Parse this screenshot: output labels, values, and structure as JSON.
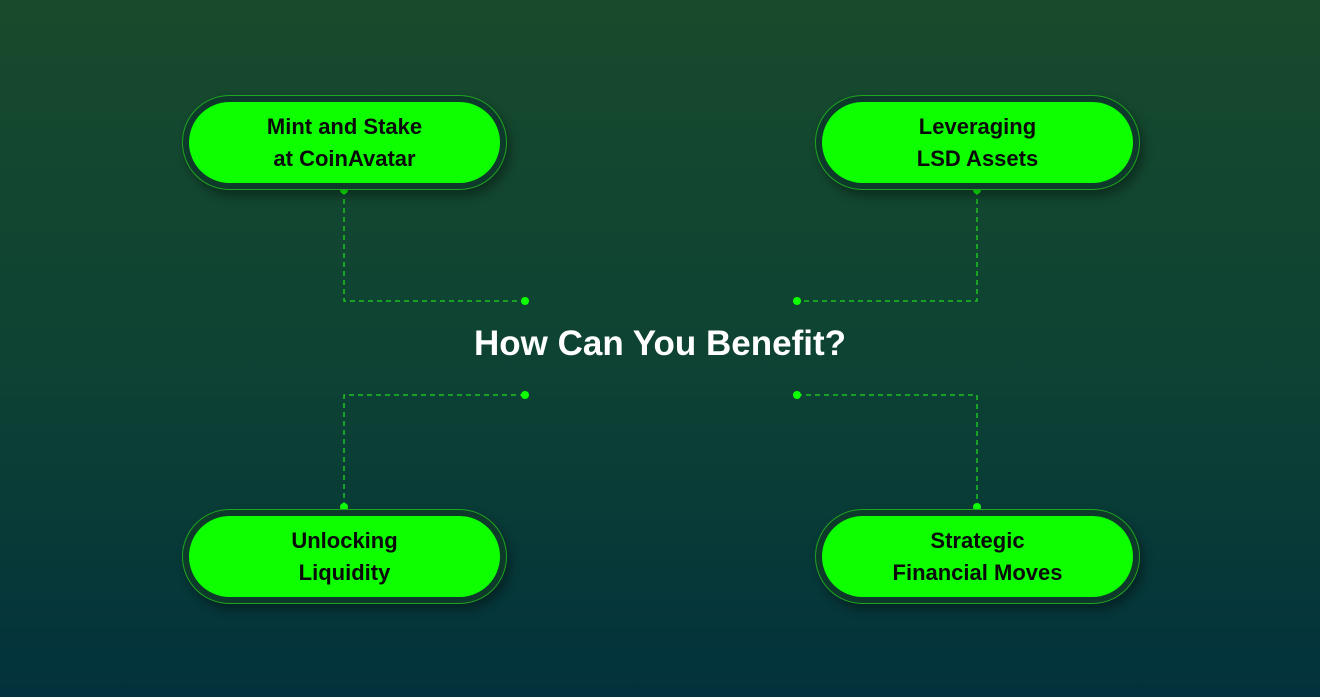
{
  "title": "How Can You Benefit?",
  "nodes": [
    {
      "label": "Mint and Stake\nat CoinAvatar"
    },
    {
      "label": "Leveraging\nLSD Assets"
    },
    {
      "label": "Unlocking\nLiquidity"
    },
    {
      "label": "Strategic\nFinancial Moves"
    }
  ],
  "colors": {
    "accent": "#0dff00",
    "text": "#ffffff"
  }
}
